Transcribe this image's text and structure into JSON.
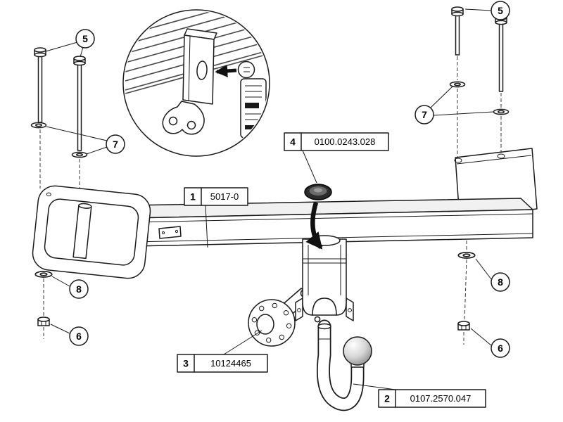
{
  "diagram": {
    "callouts": {
      "c1": "1",
      "c2": "2",
      "c3": "3",
      "c4": "4",
      "c5": "5",
      "c6": "6",
      "c7": "7",
      "c8": "8"
    },
    "parts": {
      "crossbar": {
        "num": "1",
        "code": "5017-0"
      },
      "towball": {
        "num": "2",
        "code": "0107.2570.047"
      },
      "bracket": {
        "num": "3",
        "code": "10124465"
      },
      "cap": {
        "num": "4",
        "code": "0100.0243.028"
      }
    }
  }
}
